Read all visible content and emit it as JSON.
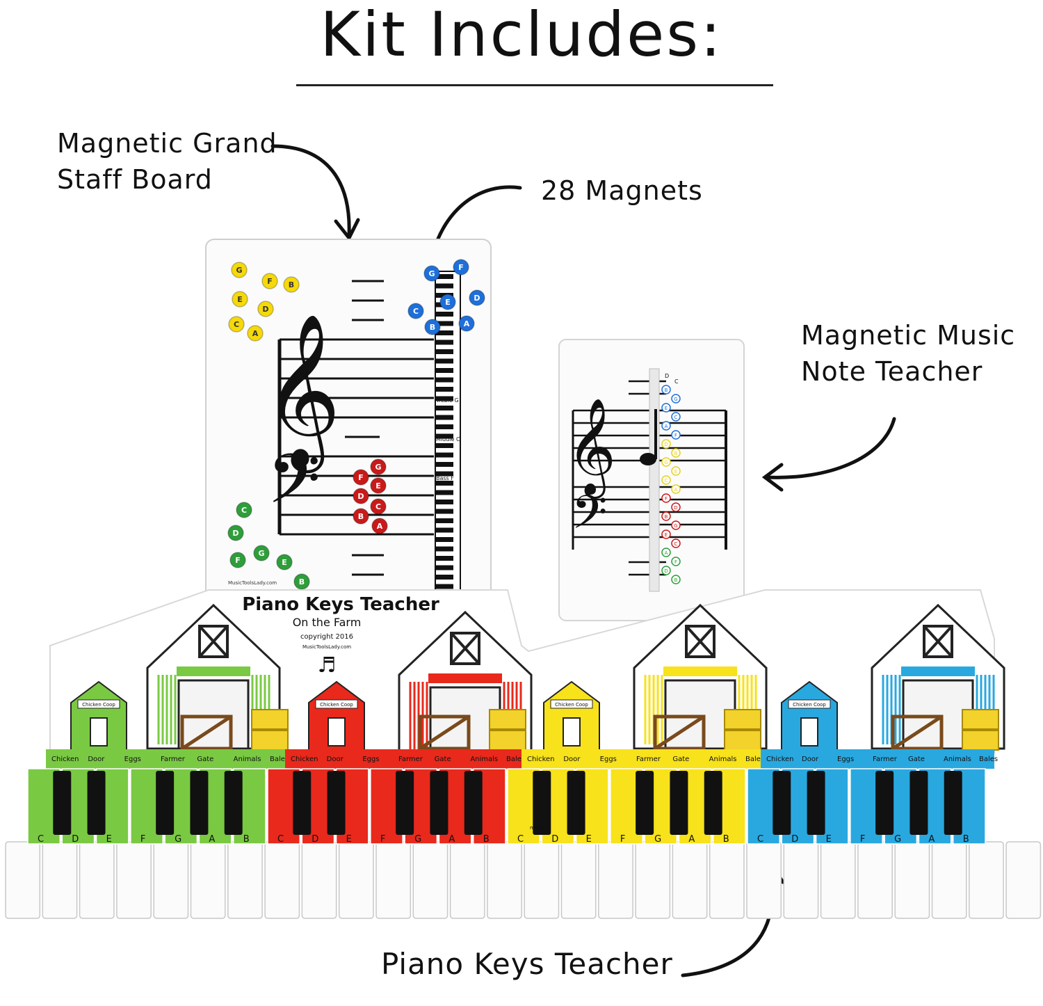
{
  "title": "Kit Includes:",
  "callouts": {
    "staff_board": "Magnetic Grand\nStaff Board",
    "magnets": "28 Magnets",
    "note_teacher": "Magnetic Music\nNote Teacher",
    "piano_keys": "Piano Keys Teacher"
  },
  "staff_board": {
    "treble_magnets": [
      "G",
      "F",
      "B",
      "E",
      "D",
      "C",
      "A"
    ],
    "blue_magnets": [
      "G",
      "F",
      "E",
      "D",
      "C",
      "B",
      "A"
    ],
    "red_magnets": [
      "G",
      "F",
      "E",
      "D",
      "C",
      "B",
      "A"
    ],
    "green_magnets": [
      "C",
      "D",
      "F",
      "G",
      "E",
      "B"
    ],
    "keyboard_labels": [
      "Treble G",
      "Middle C",
      "Bass F"
    ],
    "footer": "MusicToolsLady.com"
  },
  "note_teacher": {
    "top_letters": [
      "D",
      "C"
    ],
    "strip_letters": [
      "B",
      "G",
      "E",
      "C",
      "A",
      "F",
      "D",
      "B",
      "G",
      "E",
      "C",
      "A",
      "F",
      "D",
      "B",
      "G",
      "E",
      "C",
      "A",
      "F",
      "D",
      "B"
    ]
  },
  "piano_teacher": {
    "title": "Piano Keys Teacher",
    "subtitle": "On the Farm",
    "copyright": "copyright 2016",
    "site": "MusicToolsLady.com",
    "coop_label": "Chicken Coop",
    "sections": [
      {
        "color": "#7ac943",
        "labels": [
          "Chicken",
          "Door",
          "Eggs",
          "Farmer",
          "Gate",
          "Animals",
          "Bales"
        ]
      },
      {
        "color": "#e8291c",
        "labels": [
          "Chicken",
          "Door",
          "Eggs",
          "Farmer",
          "Gate",
          "Animals",
          "Bales"
        ]
      },
      {
        "color": "#f7e21b",
        "labels": [
          "Chicken",
          "Door",
          "Eggs",
          "Farmer",
          "Gate",
          "Animals",
          "Bales"
        ]
      },
      {
        "color": "#29a8e0",
        "labels": [
          "Chicken",
          "Door",
          "Eggs",
          "Farmer",
          "Gate",
          "Animals",
          "Bales"
        ]
      }
    ],
    "key_letters": [
      "C",
      "D",
      "E",
      "F",
      "G",
      "A",
      "B"
    ],
    "middle_label": "middle"
  },
  "colors": {
    "green": "#7ac943",
    "red": "#e8291c",
    "yellow": "#f7e21b",
    "blue": "#29a8e0",
    "magnet_yellow": "#f5d90a",
    "magnet_blue": "#1e6fd9",
    "magnet_red": "#c91a1a",
    "magnet_green": "#2e9e3a"
  }
}
